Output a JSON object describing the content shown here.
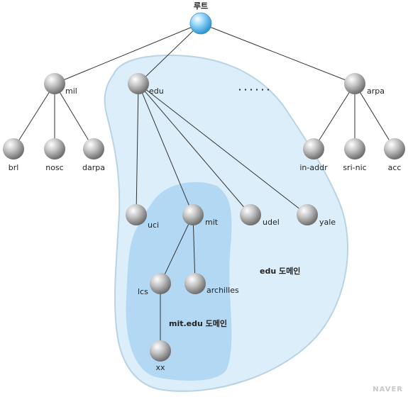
{
  "root": {
    "label": "루트"
  },
  "ellipsis": "· · · · · ·",
  "nodes": {
    "mil": "mil",
    "edu": "edu",
    "arpa": "arpa",
    "brl": "brl",
    "nosc": "nosc",
    "darpa": "darpa",
    "in_addr": "in-addr",
    "sri_nic": "sri-nic",
    "acc": "acc",
    "uci": "uci",
    "mit": "mit",
    "udel": "udel",
    "yale": "yale",
    "lcs": "lcs",
    "archilles": "archilles",
    "xx": "xx"
  },
  "regions": {
    "edu_domain": "edu 도메인",
    "mit_domain": "mit.edu 도메인"
  },
  "watermark": "NAVER",
  "colors": {
    "edu_region_fill": "#dbeefa",
    "edu_region_stroke": "#b9d3e4",
    "mit_region_fill": "#b3d8f3",
    "root_node": "#7fc9f1",
    "node": "#b5b5b5"
  }
}
